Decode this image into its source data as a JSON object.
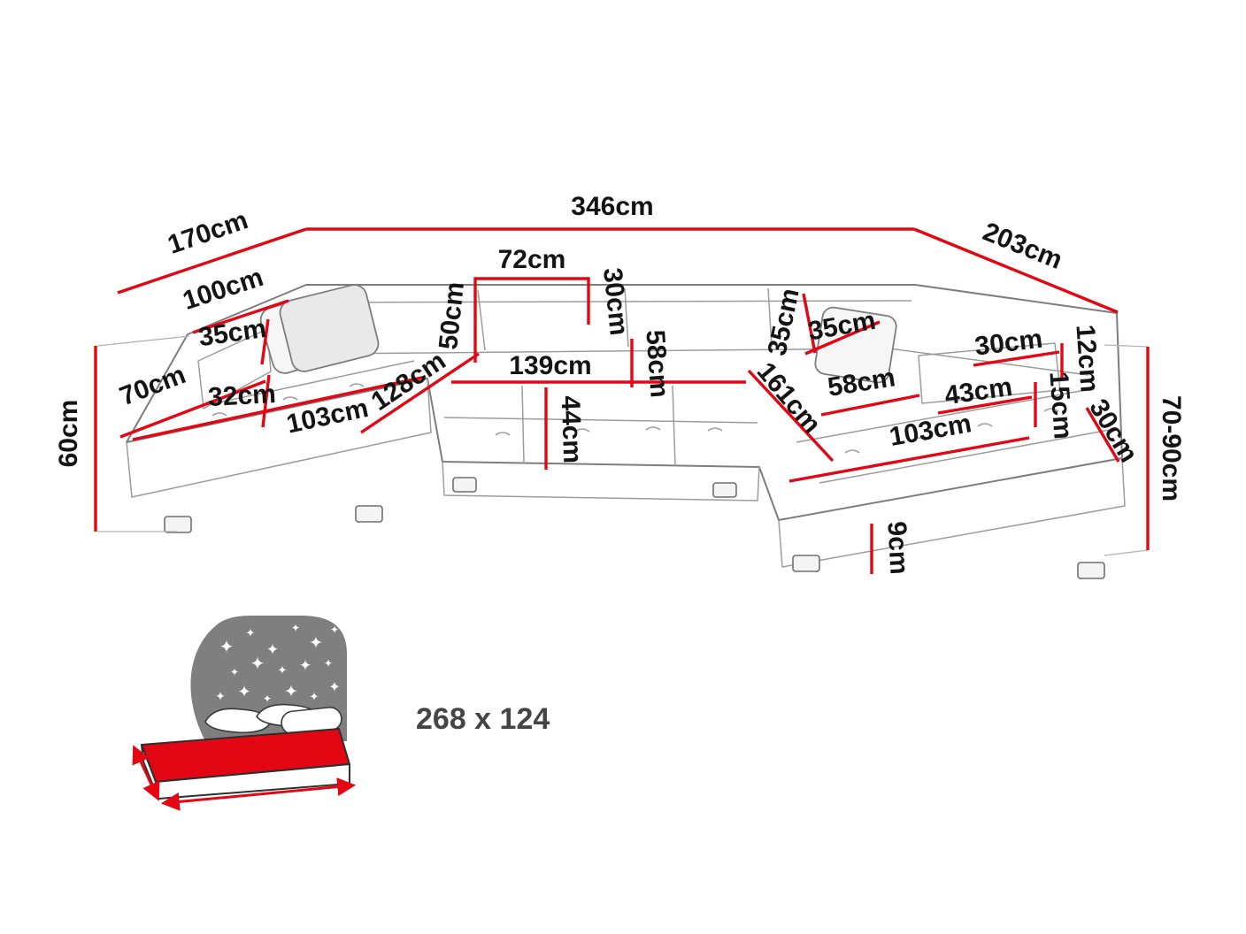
{
  "colors": {
    "dimension_red": "#e30613",
    "sofa_outline_gray": "#7d7d7d",
    "label_text": "#141414",
    "headboard_gray": "#7f7f7f",
    "mattress_red": "#e30613"
  },
  "icons": {
    "star": "✦"
  },
  "dims": {
    "back_total": "346cm",
    "left_side": "170cm",
    "right_side": "203cm",
    "left_back_section": "100cm",
    "left_armrest": "35cm",
    "left_front_edge": "70cm",
    "left_arm_depth": "32cm",
    "left_chaise_width": "103cm",
    "left_height": "60cm",
    "headrest_width": "72cm",
    "headrest_height": "30cm",
    "backrest_height": "50cm",
    "left_seat_diagonal": "128cm",
    "center_seat_width": "139cm",
    "center_seat_depth": "58cm",
    "seat_height": "44cm",
    "right_back_angle": "35cm",
    "right_back_section": "35cm",
    "right_seat_diagonal": "161cm",
    "right_seat_depth": "58cm",
    "right_shelf_width": "30cm",
    "right_edge_depth": "12cm",
    "right_shelf_height": "15cm",
    "right_armrest_width": "43cm",
    "right_chaise_width": "103cm",
    "right_corner_edge": "30cm",
    "right_height_range": "70-90cm",
    "leg_height": "9cm"
  },
  "sleeping_area": {
    "label": "268 x 124"
  }
}
